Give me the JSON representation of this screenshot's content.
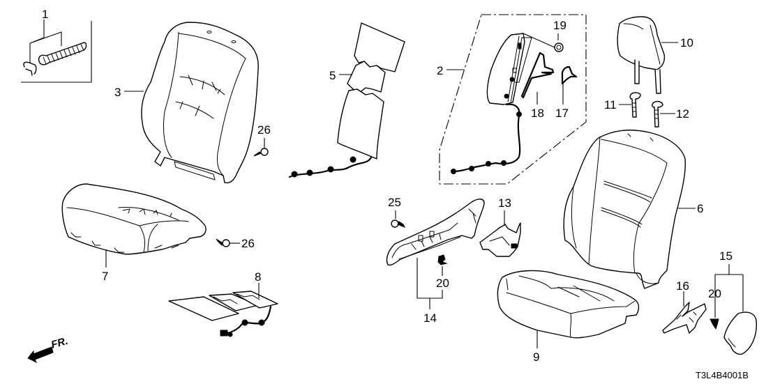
{
  "diagram": {
    "type": "exploded-parts-diagram",
    "subject": "Front seat components",
    "code": "T3L4B4001B",
    "direction_indicator": {
      "label": "FR.",
      "icon": "front-direction-arrow-icon"
    },
    "callouts": [
      {
        "id": "1",
        "label": "1",
        "part": "clip-set"
      },
      {
        "id": "2",
        "label": "2",
        "part": "side-airbag-module-group"
      },
      {
        "id": "3",
        "label": "3",
        "part": "seat-back-cover-left"
      },
      {
        "id": "5",
        "label": "5",
        "part": "seat-back-heater"
      },
      {
        "id": "6",
        "label": "6",
        "part": "seat-back-cover-right"
      },
      {
        "id": "7",
        "label": "7",
        "part": "seat-cushion-cover-left"
      },
      {
        "id": "8",
        "label": "8",
        "part": "seat-cushion-heater"
      },
      {
        "id": "9",
        "label": "9",
        "part": "seat-cushion-cover-right"
      },
      {
        "id": "10",
        "label": "10",
        "part": "headrest"
      },
      {
        "id": "11",
        "label": "11",
        "part": "headrest-guide-a"
      },
      {
        "id": "12",
        "label": "12",
        "part": "headrest-guide-b"
      },
      {
        "id": "13",
        "label": "13",
        "part": "inner-cover"
      },
      {
        "id": "14",
        "label": "14",
        "part": "seat-side-cover-group"
      },
      {
        "id": "15",
        "label": "15",
        "part": "recline-bracket"
      },
      {
        "id": "16",
        "label": "16",
        "part": "recline-cover-group"
      },
      {
        "id": "17",
        "label": "17",
        "part": "airbag-bracket-b"
      },
      {
        "id": "18",
        "label": "18",
        "part": "airbag-bracket-a"
      },
      {
        "id": "19",
        "label": "19",
        "part": "flange-nut"
      },
      {
        "id": "20a",
        "label": "20",
        "part": "clip-side-cover"
      },
      {
        "id": "20b",
        "label": "20",
        "part": "clip-recline-cover"
      },
      {
        "id": "25",
        "label": "25",
        "part": "tapping-screw"
      },
      {
        "id": "26a",
        "label": "26",
        "part": "screw-seat-back"
      },
      {
        "id": "26b",
        "label": "26",
        "part": "screw-cushion"
      }
    ]
  }
}
